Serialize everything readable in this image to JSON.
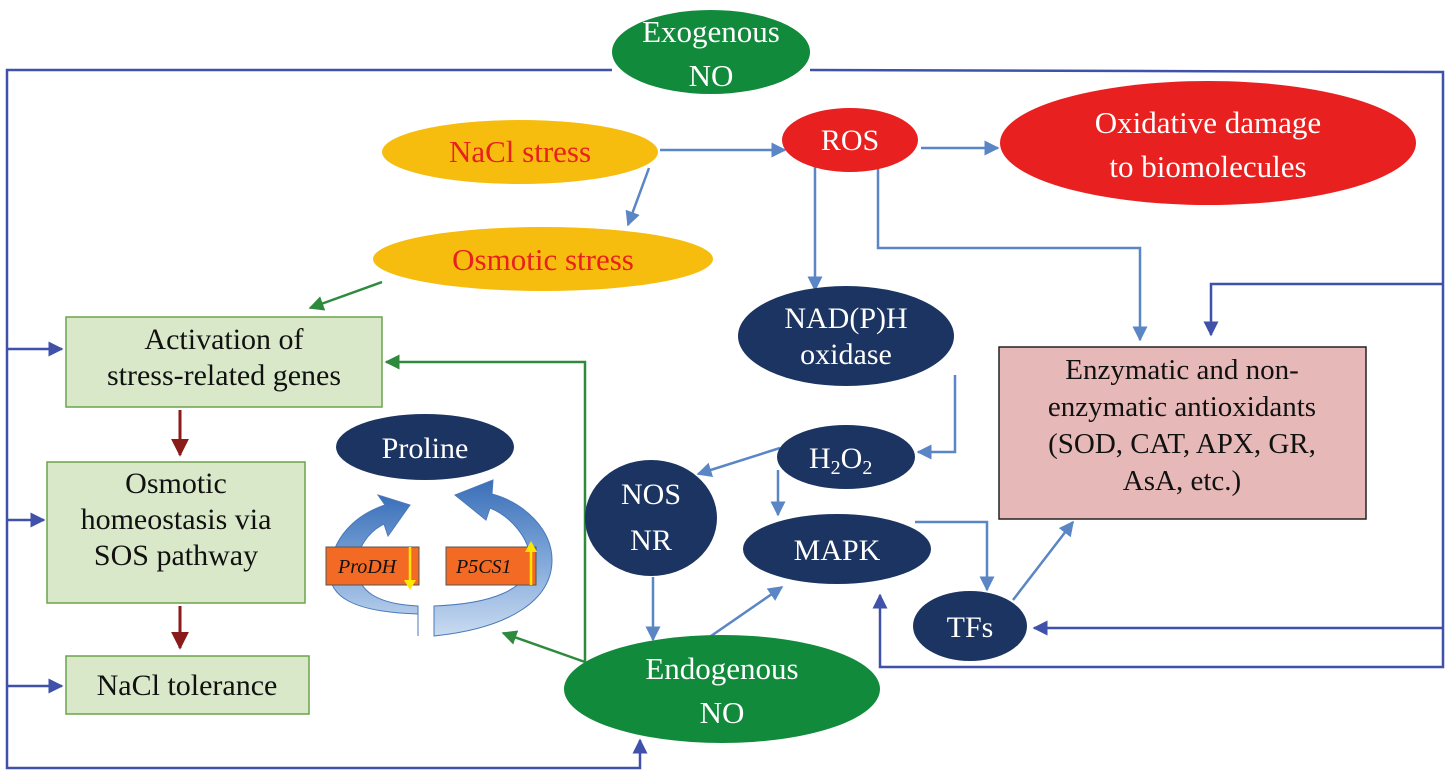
{
  "colors": {
    "blue_line": "#3f51a9",
    "light_blue_arrow": "#5b86c5",
    "green_arrow": "#2e8b3e",
    "red_arrow": "#8b1a1a",
    "green_node": "#128a3c",
    "yellow_node": "#f6bd0f",
    "red_node": "#e8201f",
    "navy_node": "#1b3461",
    "box_green": "#d9e8c8",
    "box_pink": "#e6b8b7",
    "gene_box": "#f26a24",
    "text_red": "#e8201f",
    "text_white": "#ffffff",
    "text_black": "#111111"
  },
  "nodes": {
    "exogenous_no": [
      "Exogenous",
      "NO"
    ],
    "nacl_stress": [
      "NaCl stress"
    ],
    "osmotic_stress": [
      "Osmotic stress"
    ],
    "ros": [
      "ROS"
    ],
    "oxidative_damage": [
      "Oxidative damage",
      "to biomolecules"
    ],
    "activation": [
      "Activation of",
      "stress-related genes"
    ],
    "osmotic_homeostasis": [
      "Osmotic",
      "homeostasis via",
      "SOS pathway"
    ],
    "nacl_tolerance": [
      "NaCl tolerance"
    ],
    "proline": [
      "Proline"
    ],
    "prodh": "ProDH",
    "p5cs1": "P5CS1",
    "nadph_oxidase": [
      "NAD(P)H",
      "oxidase"
    ],
    "h2o2": "H2O2",
    "nos_nr": [
      "NOS",
      "NR"
    ],
    "mapk": [
      "MAPK"
    ],
    "tfs": [
      "TFs"
    ],
    "endogenous_no": [
      "Endogenous",
      "NO"
    ],
    "antioxidants": [
      "Enzymatic and non-",
      "enzymatic antioxidants",
      "(SOD, CAT, APX, GR,",
      "AsA, etc.)"
    ]
  },
  "gene_regulation": {
    "prodh": "down",
    "p5cs1": "up",
    "indicator_color": "#ffe600"
  }
}
